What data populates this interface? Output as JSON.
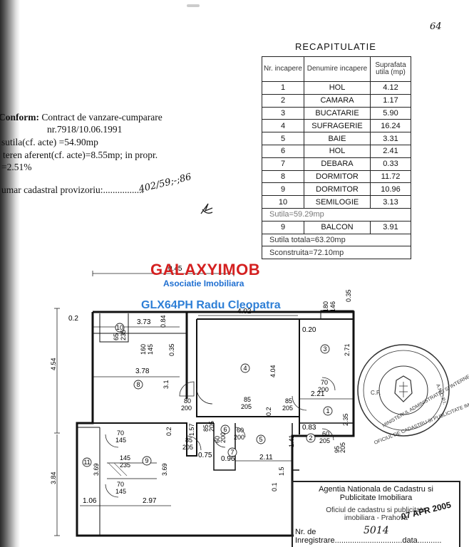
{
  "page_number": "64",
  "recap": {
    "title": "RECAPITULATIE",
    "headers": [
      "Nr. incapere",
      "Denumire incapere",
      "Suprafata utila (mp)"
    ],
    "rows": [
      [
        "1",
        "HOL",
        "4.12"
      ],
      [
        "2",
        "CAMARA",
        "1.17"
      ],
      [
        "3",
        "BUCATARIE",
        "5.90"
      ],
      [
        "4",
        "SUFRAGERIE",
        "16.24"
      ],
      [
        "5",
        "BAIE",
        "3.31"
      ],
      [
        "6",
        "HOL",
        "2.41"
      ],
      [
        "7",
        "DEBARA",
        "0.33"
      ],
      [
        "8",
        "DORMITOR",
        "11.72"
      ],
      [
        "9",
        "DORMITOR",
        "10.96"
      ],
      [
        "10",
        "SEMILOGIE",
        "3.13"
      ]
    ],
    "sutila": "Sutila=59.29mp",
    "balcon": [
      "9",
      "BALCON",
      "3.91"
    ],
    "sutila_totala": "Sutila totala=63.20mp",
    "sconstruita": "Sconstruita=72.10mp"
  },
  "left_text": {
    "conform_label": "Conform:",
    "conform_value": "Contract de vanzare-cumparare",
    "contract_nr": "nr.7918/10.06.1991",
    "sutila": "sutila(cf. acte) =54.90mp",
    "teren": "teren aferent(cf. acte)=8.55mp; in propr.",
    "cota": "=2.51%",
    "cadastral": "umar cadastral provizoriu:.................",
    "handwriting": "402/59;-;86"
  },
  "watermark": {
    "brand": "GALAXYIMOB",
    "tagline": "Asociatie Imobiliara",
    "listing": "GLX64PH Radu Cleopatra"
  },
  "plan": {
    "room_numbers": [
      "1",
      "2",
      "3",
      "4",
      "5",
      "6",
      "7",
      "8",
      "9",
      "10",
      "11"
    ],
    "dimensions": {
      "d045": "0.45",
      "d02a": "0.2",
      "d373": "3.73",
      "d084": "0.84",
      "d402": "4.02",
      "d020": "0.20",
      "d035a": "0.35",
      "d180": "180",
      "d146": "146",
      "d454": "4.54",
      "d378": "3.78",
      "d31": "3.1",
      "d035b": "0.35",
      "d404": "4.04",
      "d271": "2.71",
      "d221": "2.21",
      "d235": "2.35",
      "d157": "1.57",
      "d083": "0.83",
      "d141": "1.41",
      "d075": "0.75",
      "d096": "0.96",
      "d211": "2.11",
      "d15": "1.5",
      "d384": "3.84",
      "d369a": "3.69",
      "d369b": "3.69",
      "d106": "1.06",
      "d297": "2.97",
      "d01": "0.1",
      "d02b": "0.2",
      "d02c": "0.2"
    },
    "doors": {
      "dr1": "65",
      "dr1b": "235",
      "dr2": "160",
      "dr2b": "145",
      "dr3": "80",
      "dr3b": "200",
      "dr4": "85",
      "dr4b": "205",
      "dr5": "85",
      "dr5b": "205",
      "dr6": "70",
      "dr6b": "200",
      "dr7": "85",
      "dr7b": "205",
      "dr8": "60",
      "dr8b": "205",
      "dr9": "70",
      "dr9b": "145",
      "dr10": "145",
      "dr10b": "235",
      "dr11": "70",
      "dr11b": "145",
      "dr12": "85",
      "dr12b": "205",
      "dr13": "60",
      "dr13b": "200",
      "dr14": "60",
      "dr14b": "200",
      "dr15": "95",
      "dr15b": "205"
    }
  },
  "stamp_box": {
    "agency_line1": "Agentia Nationala de Cadastru si",
    "agency_line2": "Publicitate Imobiliara",
    "office_line1": "Oficiul de cadastru si publicitate",
    "office_line2": "imobiliara - Prahova",
    "reg_label": "Nr. de Inregistrare.",
    "reg_number": "5014",
    "date_label": "data",
    "date_stamp": "07 APR 2005"
  },
  "round_stamp": {
    "outer_text": "OFICIUL DE CADASTRU SI PUBLICITATE IMOBILIARA JUD. PRAHOVA",
    "inner_text": "MINISTERUL ADMINISTRATIEI SI INTERNELOR",
    "center": "C.F.",
    "right": "A.N.C.P.I."
  },
  "colors": {
    "watermark_red": "#d42020",
    "watermark_blue": "#2e7fd6"
  }
}
